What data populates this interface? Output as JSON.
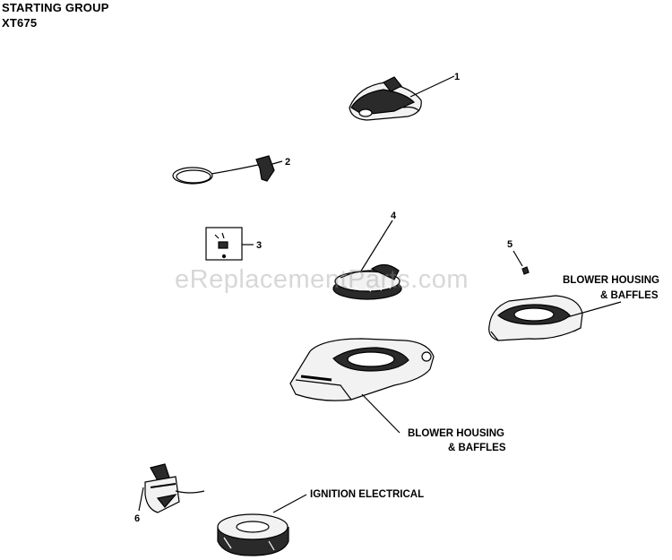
{
  "header": {
    "title": "STARTING GROUP",
    "model": "XT675"
  },
  "watermark": "eReplacementParts.com",
  "callouts": [
    "1",
    "2",
    "3",
    "4",
    "5",
    "6"
  ],
  "group_labels": {
    "blower_small": [
      "BLOWER HOUSING",
      "& BAFFLES"
    ],
    "blower_large": [
      "BLOWER HOUSING",
      "& BAFFLES"
    ],
    "ignition": "IGNITION ELECTRICAL"
  },
  "colors": {
    "line": "#000000",
    "part_dark": "#2a2a2a",
    "part_light": "#f2f2f2",
    "watermark": "#969696"
  }
}
